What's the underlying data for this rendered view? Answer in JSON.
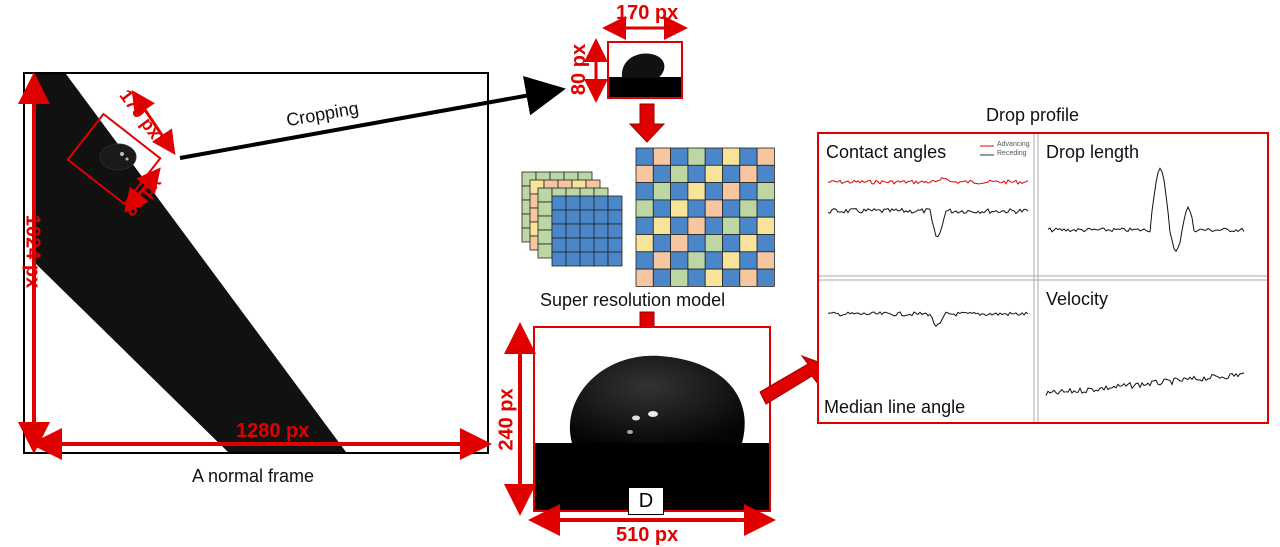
{
  "colors": {
    "accent_red": "#e00000",
    "frame_black": "#000000",
    "grid_blue": "#4a86c8",
    "grid_green": "#bcd6a4",
    "grid_peach": "#f5c6a0",
    "grid_yellow": "#f8e39a"
  },
  "frame": {
    "caption": "A normal frame",
    "width_label": "1280 px",
    "height_label": "1024 px",
    "crop_width_label": "170 px",
    "crop_height_label": "80 px"
  },
  "cropping": {
    "label": "Cropping"
  },
  "crop_preview": {
    "width_label": "170 px",
    "height_label": "80 px"
  },
  "model": {
    "label": "Super resolution model"
  },
  "output": {
    "width_label": "510 px",
    "height_label": "240 px",
    "marker": "D"
  },
  "profile": {
    "title": "Drop profile",
    "panels": {
      "contact_angles": "Contact angles",
      "drop_length": "Drop length",
      "median_line_angle": "Median line angle",
      "velocity": "Velocity"
    },
    "legend": {
      "advancing": "Advancing",
      "receding": "Receding"
    }
  }
}
